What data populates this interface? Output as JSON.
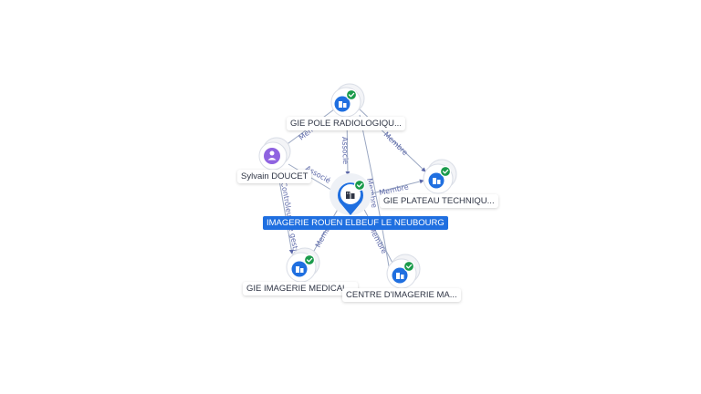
{
  "nodes": {
    "main": {
      "label": "IMAGERIE ROUEN ELBEUF LE NEUBOURG",
      "icon": "building-icon",
      "type": "company",
      "verified": true,
      "color": "#1f6fe0"
    },
    "pole": {
      "label": "GIE POLE RADIOLOGIQU...",
      "icon": "building-icon",
      "type": "company",
      "verified": true
    },
    "person": {
      "label": "Sylvain DOUCET",
      "icon": "person-icon",
      "type": "person",
      "verified": false,
      "color": "#8f63e0"
    },
    "plateau": {
      "label": "GIE PLATEAU TECHNIQU...",
      "icon": "building-icon",
      "type": "company",
      "verified": true
    },
    "medical": {
      "label": "GIE IMAGERIE MEDICAL...",
      "icon": "building-icon",
      "type": "company",
      "verified": true
    },
    "centre": {
      "label": "CENTRE D'IMAGERIE MA...",
      "icon": "building-icon",
      "type": "company",
      "verified": true
    }
  },
  "edges": {
    "pole_person": "Membre",
    "pole_main": "Associe",
    "pole_plateau": "Membre",
    "pole_centre": "Membre",
    "person_main": "Associé",
    "person_medical": "Contrôleur de gestion",
    "main_plateau": "Membre",
    "main_medical": "Membre",
    "main_centre": "Membre"
  },
  "colors": {
    "verified": "#1a9b4b",
    "accent": "#1f6fe0",
    "edge": "#9aa7c2",
    "edge_label": "#5b67a8"
  }
}
